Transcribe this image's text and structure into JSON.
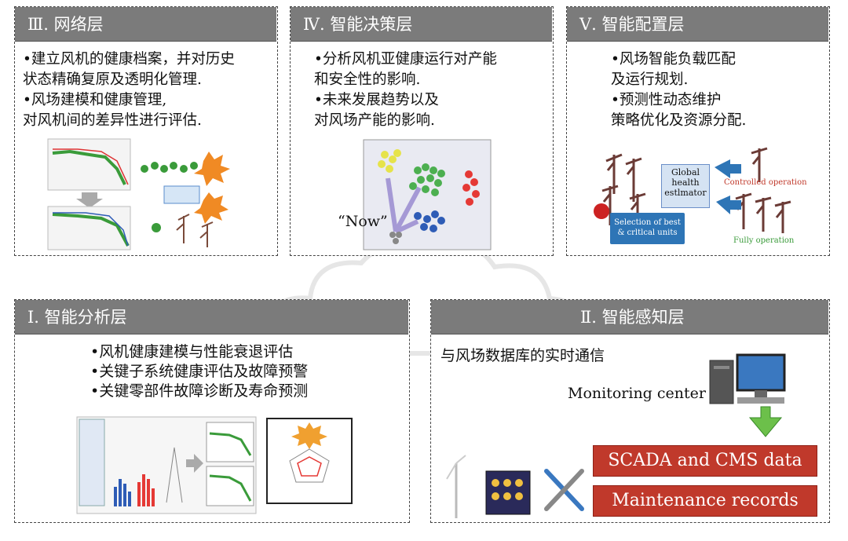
{
  "panels": {
    "p3": {
      "title": "Ⅲ. 网络层",
      "lines": [
        "•建立风机的健康档案，并对历史",
        "状态精确复原及透明化管理.",
        "•风场建模和健康管理,",
        "对风机间的差异性进行评估."
      ]
    },
    "p4": {
      "title": "Ⅳ. 智能决策层",
      "lines": [
        "•分析风机亚健康运行对产能",
        "和安全性的影响.",
        "•未来发展趋势以及",
        "对风场产能的影响."
      ],
      "now_label": "“Now”"
    },
    "p5": {
      "title": "Ⅴ. 智能配置层",
      "lines": [
        "•风场智能负载匹配",
        "及运行规划.",
        "•预测性动态维护",
        "策略优化及资源分配."
      ],
      "global_box": [
        "Global",
        "health",
        "estlmator"
      ],
      "selection_box": [
        "Selection of best",
        "& crltlcal units"
      ],
      "controlled": "Controlled operation",
      "fully": "Fully operation"
    },
    "p1": {
      "title": "Ⅰ. 智能分析层",
      "lines": [
        "•风机健康建模与性能衰退评估",
        "•关键子系统健康评估及故障预警",
        "•关键零部件故障诊断及寿命预测"
      ]
    },
    "p2": {
      "title": "Ⅱ. 智能感知层",
      "subtitle": "与风场数据库的实时通信",
      "monitoring": "Monitoring center",
      "scada": "SCADA and CMS data",
      "maintenance": "Maintenance records"
    }
  },
  "colors": {
    "header": "#7b7b7b",
    "red": "#c0392b",
    "blue": "#2e75b6",
    "green": "#3a9b3a"
  }
}
